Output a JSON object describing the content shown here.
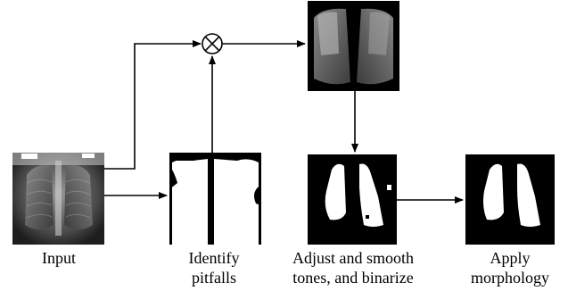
{
  "labels": {
    "input": "Input",
    "identify_line1": "Identify",
    "identify_line2": "pitfalls",
    "adjust_line1": "Adjust and smooth",
    "adjust_line2": "tones, and binarize",
    "apply_line1": "Apply",
    "apply_line2": "morphology"
  },
  "colors": {
    "line": "#000000",
    "background": "#ffffff",
    "mask": "#ffffff",
    "xray_dark": "#1a1a1a",
    "xray_lung": "#6e6e6e"
  },
  "icons": {
    "multiply_node": "circled-times-icon"
  }
}
